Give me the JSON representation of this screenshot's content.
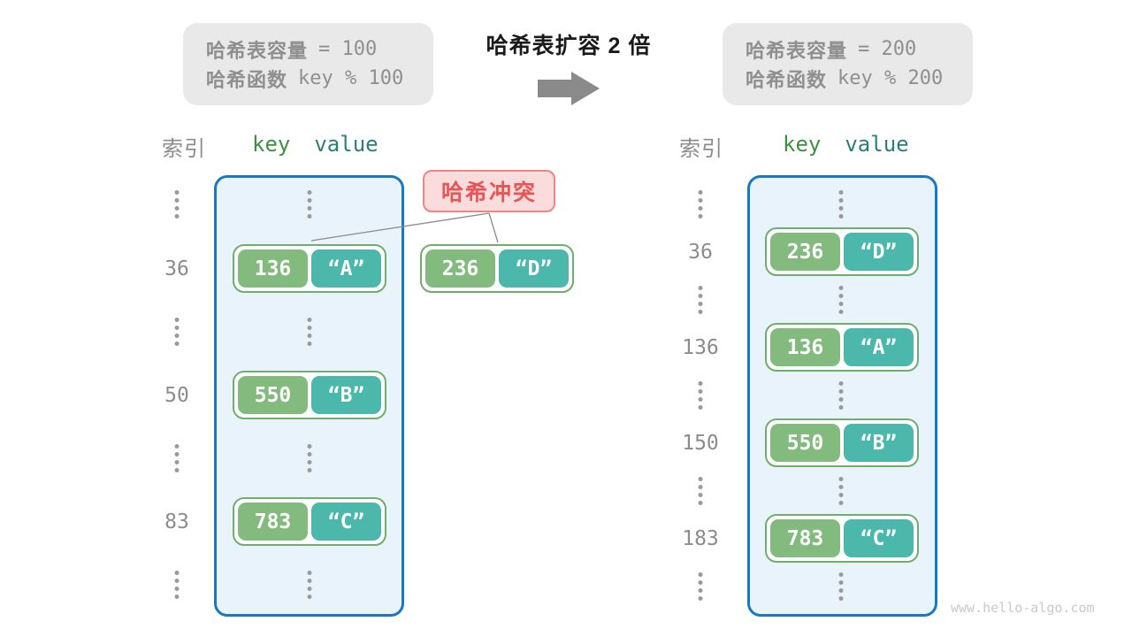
{
  "header": {
    "left_box": {
      "line1_label": "哈希表容量",
      "line1_value": "= 100",
      "line2_label": "哈希函数",
      "line2_value": "key % 100"
    },
    "title": "哈希表扩容 2 倍",
    "right_box": {
      "line1_label": "哈希表容量",
      "line1_value": "= 200",
      "line2_label": "哈希函数",
      "line2_value": "key % 200"
    }
  },
  "collision": {
    "label": "哈希冲突"
  },
  "external_pair": {
    "key": "236",
    "value": "“D”"
  },
  "left_table": {
    "index_header": "索引",
    "key_header": "key",
    "value_header": "value",
    "rows": [
      {
        "type": "ellipsis"
      },
      {
        "type": "entry",
        "index": "36",
        "key": "136",
        "value": "“A”"
      },
      {
        "type": "ellipsis"
      },
      {
        "type": "entry",
        "index": "50",
        "key": "550",
        "value": "“B”"
      },
      {
        "type": "ellipsis"
      },
      {
        "type": "entry",
        "index": "83",
        "key": "783",
        "value": "“C”"
      },
      {
        "type": "ellipsis"
      }
    ]
  },
  "right_table": {
    "index_header": "索引",
    "key_header": "key",
    "value_header": "value",
    "rows": [
      {
        "type": "ellipsis"
      },
      {
        "type": "entry",
        "index": "36",
        "key": "236",
        "value": "“D”"
      },
      {
        "type": "ellipsis"
      },
      {
        "type": "entry",
        "index": "136",
        "key": "136",
        "value": "“A”"
      },
      {
        "type": "ellipsis"
      },
      {
        "type": "entry",
        "index": "150",
        "key": "550",
        "value": "“B”"
      },
      {
        "type": "ellipsis"
      },
      {
        "type": "entry",
        "index": "183",
        "key": "783",
        "value": "“C”"
      },
      {
        "type": "ellipsis"
      }
    ]
  },
  "footer": {
    "watermark": "www.hello-algo.com"
  },
  "colors": {
    "table_border": "#1779c4",
    "table_bg": "#e9f3fc",
    "pair_border": "#6fae6c",
    "key_bg": "#82bb7d",
    "value_bg": "#4cb8ac",
    "pair_text": "#ffffff",
    "collision_bg": "#fbdcdc",
    "collision_border": "#ef8585",
    "collision_text": "#e85555",
    "gray_box_bg": "#e9e9e9",
    "gray_text": "#8f8f8f",
    "index_text": "#8c8c8c",
    "key_header": "#3f9142",
    "value_header": "#2a8077",
    "arrow": "#8a8a8a",
    "dot": "#9a9a9a",
    "line": "#8a8a8a",
    "watermark": "#c9c9c9",
    "title_text": "#1a1a1a"
  }
}
